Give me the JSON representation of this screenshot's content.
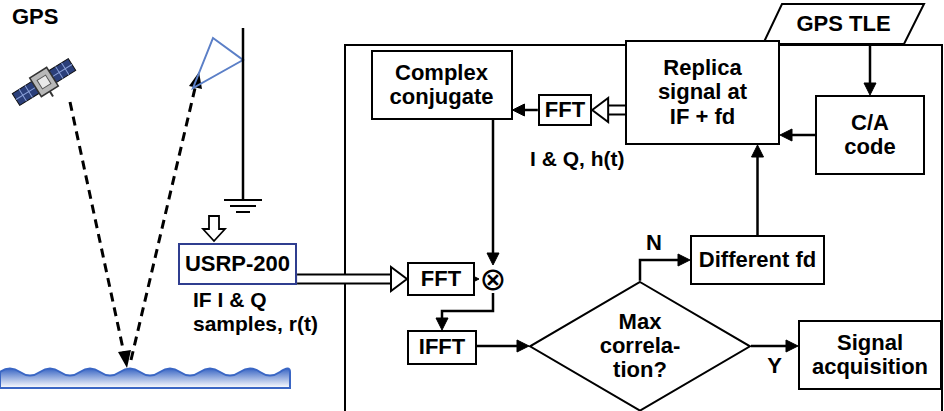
{
  "diagram": {
    "nodes": [
      {
        "text": [
          "GPS TLE"
        ]
      },
      {
        "text": [
          "Complex conjugate"
        ]
      },
      {
        "text": [
          "FFT"
        ]
      },
      {
        "text": [
          "Replica signal at IF + fd"
        ]
      },
      {
        "text": [
          "C/A code"
        ]
      },
      {
        "text": [
          "USRP-200"
        ]
      },
      {
        "text": [
          "FFT"
        ]
      },
      {
        "text": [
          "⊗"
        ]
      },
      {
        "text": [
          "Different fd"
        ]
      },
      {
        "text": [
          "IFFT"
        ]
      },
      {
        "text": [
          "Max correla- tion?"
        ]
      },
      {
        "text": [
          "Signal acquisition"
        ]
      }
    ],
    "edges": [
      {
        "from": 0,
        "to": 4,
        "arrow": "to"
      },
      {
        "from": 4,
        "to": 3,
        "arrow": "to"
      },
      {
        "from": 3,
        "to": 2,
        "arrow": "to"
      },
      {
        "from": 2,
        "to": 1,
        "arrow": "to"
      },
      {
        "from": 1,
        "to": 7,
        "arrow": "to"
      },
      {
        "from": 5,
        "to": 6,
        "arrow": "to"
      },
      {
        "from": 6,
        "to": 7,
        "arrow": "to"
      },
      {
        "from": 7,
        "to": 9,
        "arrow": "to"
      },
      {
        "from": 9,
        "to": 10,
        "arrow": "to"
      },
      {
        "from": 10,
        "to": 8,
        "label": "N",
        "arrow": "to"
      },
      {
        "from": 8,
        "to": 3,
        "arrow": "to"
      },
      {
        "from": 10,
        "to": 11,
        "label": "Y",
        "arrow": "to"
      }
    ],
    "labels": [
      "GPS",
      "IF I & Q samples, r(t)",
      "I & Q, h(t)"
    ]
  }
}
